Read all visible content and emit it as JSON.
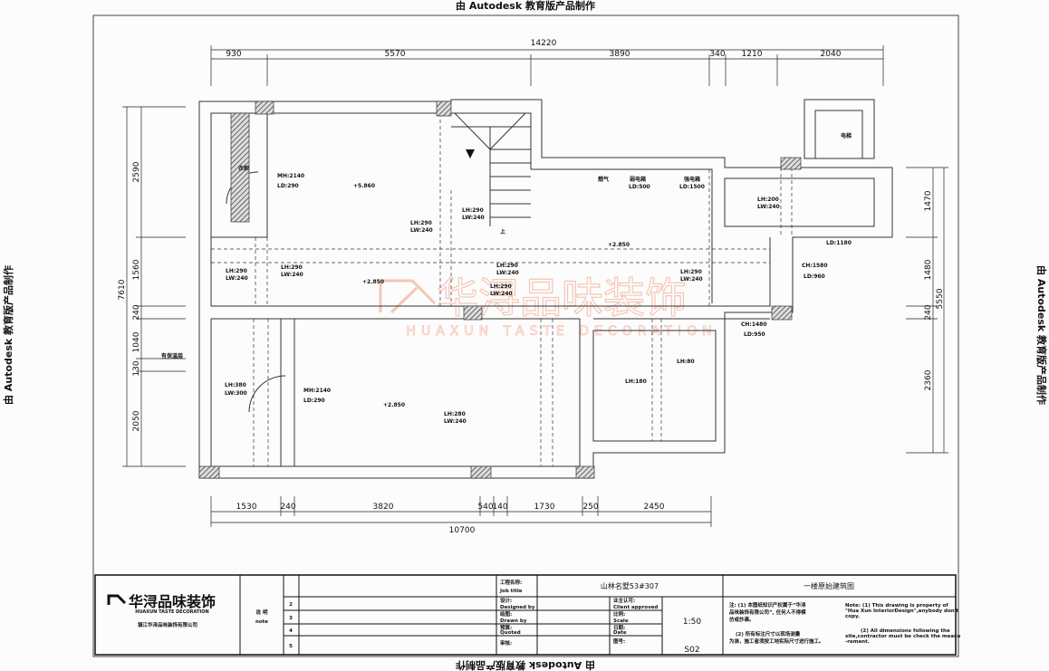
{
  "watermark_edu": "由 Autodesk 教育版产品制作",
  "brand_watermark": {
    "cn": "华浔品味装饰",
    "en": "HUAXUN TASTE DECORATION",
    "color": "#f3b9a4"
  },
  "dims": {
    "top_total": "14220",
    "top": [
      "930",
      "5570",
      "3890",
      "340",
      "1210",
      "2040"
    ],
    "bottom_total": "10700",
    "bottom": [
      "1530",
      "240",
      "3820",
      "540",
      "140",
      "1730",
      "250",
      "2450"
    ],
    "left_total": "7610",
    "left": [
      "2590",
      "1560",
      "240",
      "1040",
      "130",
      "2050"
    ],
    "right_total": "5550",
    "right": [
      "1470",
      "1480",
      "240",
      "2360"
    ]
  },
  "labels": {
    "closet": "衣柜",
    "elevator": "电梯",
    "gas": "燃气",
    "weak_box": "弱电箱",
    "weak_ld": "LD:500",
    "strong_box": "强电箱",
    "strong_ld": "LD:1500",
    "insulation": "有保温层",
    "up": "上",
    "mh1": "MH:2140",
    "ld1": "LD:290",
    "mh2": "MH:2140",
    "ld2": "LD:290",
    "elev_upper": "+5.860",
    "elev_mid": "+2.850",
    "elev_right": "+2.850",
    "elev_low": "+2.850",
    "lh290": "LH:290",
    "lw240": "LW:240",
    "lh200": "LH:200",
    "lh380": "LH:380",
    "lw300": "LW:300",
    "lh280": "LH:280",
    "lh180": "LH:180",
    "lh80": "LH:80",
    "ld1180": "LD:1180",
    "ch1580": "CH:1580",
    "ld960": "LD:960",
    "ch1480": "CH:1480",
    "ld950": "LD:950"
  },
  "title_block": {
    "company": "镇江华浔品味装饰有限公司",
    "note_cn": "说 明",
    "note_en": "note",
    "rows": [
      "2",
      "3",
      "4",
      "5"
    ],
    "job_title_cn": "工程名称:",
    "job_title_en": "Job title",
    "designed_cn": "设计:",
    "designed_en": "Designed by",
    "drawn_cn": "绘图:",
    "drawn_en": "Drawn by",
    "quoted_cn": "预算:",
    "quoted_en": "Quoted",
    "audit_cn": "审核:",
    "project": "山林名墅53#307",
    "client_cn": "业主认可:",
    "client_en": "Client approved",
    "scale_cn": "比例:",
    "scale_en": "Scale",
    "scale": "1:50",
    "date_cn": "日期:",
    "date_en": "Date",
    "drawing_no_cn": "图号:",
    "drawing_no": "S02",
    "drawing_title": "一楼原始建筑图",
    "note1_cn_a": "注: (1) 本图纸知识产权属于“华浔",
    "note1_cn_b": "品味装饰有限公司”, 任何人不得模",
    "note1_cn_c": "仿或抄袭。",
    "note2_cn_a": "(2) 所有标注尺寸以现场测量",
    "note2_cn_b": "为准，施工者须按工地实际尺寸进行施工。",
    "note1_en_a": "Note:  (1) This drawing is property of",
    "note1_en_b": "\"Hua Xun InteriorDesign\",anybody don't",
    "note1_en_c": "copy.",
    "note2_en_a": "(2) All dimensions following the",
    "note2_en_b": "site,contractor must be check the measu",
    "note2_en_c": "-rement."
  }
}
